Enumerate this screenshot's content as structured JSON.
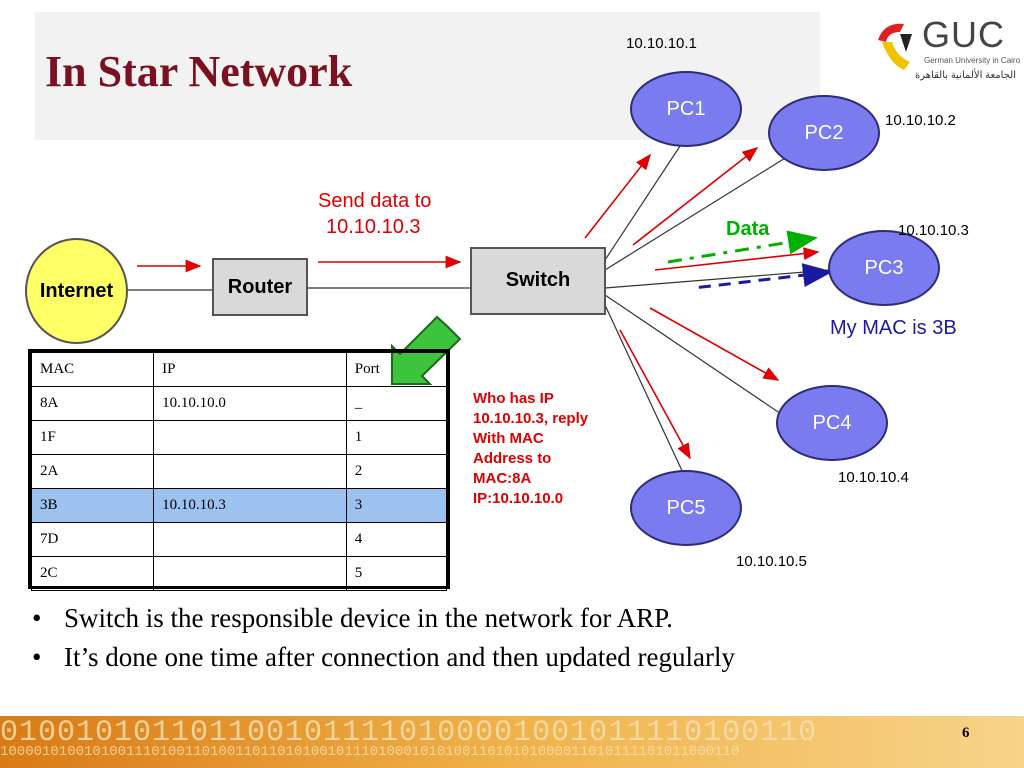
{
  "slide": {
    "title": "In Star Network",
    "page_number": "6"
  },
  "logo": {
    "name": "GUC",
    "subtitle": "German University in Cairo",
    "arabic": "الجامعة الألمانية بالقاهرة"
  },
  "nodes": {
    "internet": "Internet",
    "router": "Router",
    "switch": "Switch",
    "pc1": "PC1",
    "pc2": "PC2",
    "pc3": "PC3",
    "pc4": "PC4",
    "pc5": "PC5"
  },
  "ips": {
    "pc1": "10.10.10.1",
    "pc2": "10.10.10.2",
    "pc3": "10.10.10.3",
    "pc4": "10.10.10.4",
    "pc5": "10.10.10.5"
  },
  "annotations": {
    "send_line1": "Send data to",
    "send_line2": "10.10.10.3",
    "data": "Data",
    "mac_reply": "My MAC is 3B",
    "who_has": [
      "Who has IP",
      "10.10.10.3, reply",
      "With MAC",
      "Address to",
      "MAC:8A",
      "IP:10.10.10.0"
    ]
  },
  "table": {
    "headers": [
      "MAC",
      "IP",
      "Port"
    ],
    "rows": [
      [
        "8A",
        "10.10.10.0",
        "_"
      ],
      [
        "1F",
        "",
        "1"
      ],
      [
        "2A",
        "",
        "2"
      ],
      [
        "3B",
        "10.10.10.3",
        "3"
      ],
      [
        "7D",
        "",
        "4"
      ],
      [
        "2C",
        "",
        "5"
      ]
    ]
  },
  "bullets": [
    "Switch is the responsible device in the network for ARP.",
    "It’s done one time after connection and then updated regularly"
  ],
  "footer_bits": {
    "line1": "0100101011011001011110100001001011110100110",
    "line2": "1000010100101001110100110100110110101001011101000101010011010101000011010111101011000110"
  },
  "colors": {
    "title": "#7a1020",
    "pc_fill": "#7b7bf0",
    "internet_fill": "#ffff66",
    "highlight_row": "#9cc3f0",
    "arrow_red": "#e00000",
    "data_green": "#00b000",
    "reply_blue": "#1a1aa0",
    "mac_text": "#1a1aa0"
  },
  "icons": {
    "pointer": "green-arrow-icon",
    "logo": "guc-logo-icon"
  }
}
